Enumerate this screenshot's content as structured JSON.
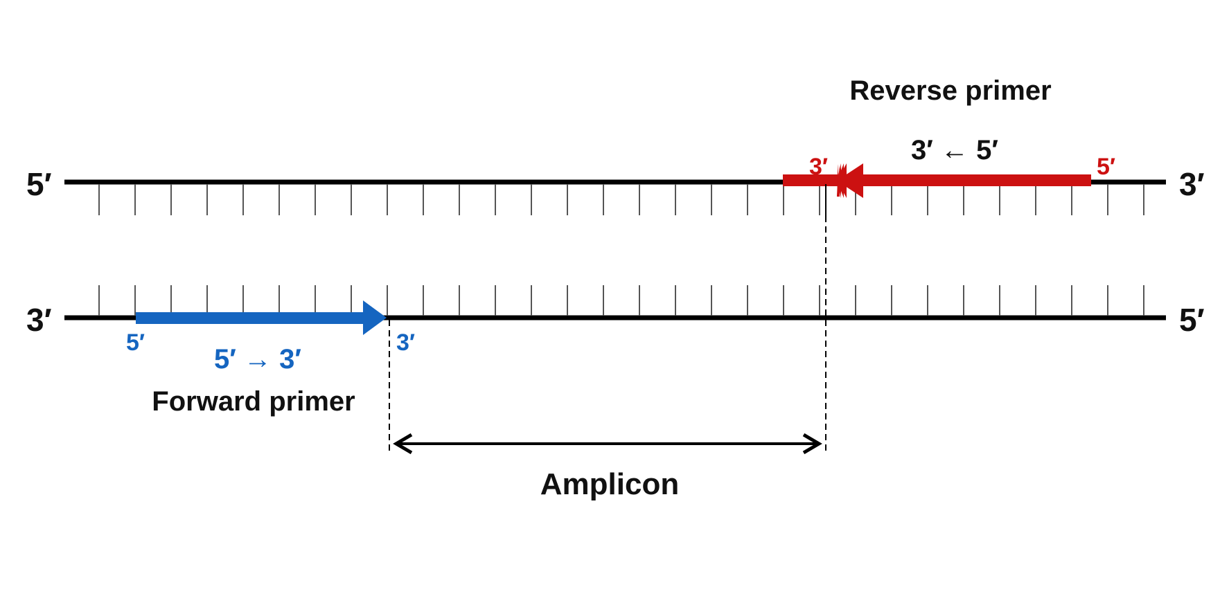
{
  "strands": {
    "top": {
      "left_end": "5′",
      "right_end": "3′"
    },
    "bottom": {
      "left_end": "3′",
      "right_end": "5′"
    }
  },
  "reverse_primer": {
    "title": "Reverse primer",
    "direction": "3′ ← 5′",
    "end_3": "3′",
    "end_5": "5′",
    "color": "#cc1111"
  },
  "forward_primer": {
    "title": "Forward primer",
    "direction": "5′ → 3′",
    "end_5": "5′",
    "end_3": "3′",
    "color": "#1565c0"
  },
  "amplicon": {
    "label": "Amplicon"
  },
  "colors": {
    "strand": "#000000",
    "tick": "#555555",
    "text": "#111111"
  }
}
